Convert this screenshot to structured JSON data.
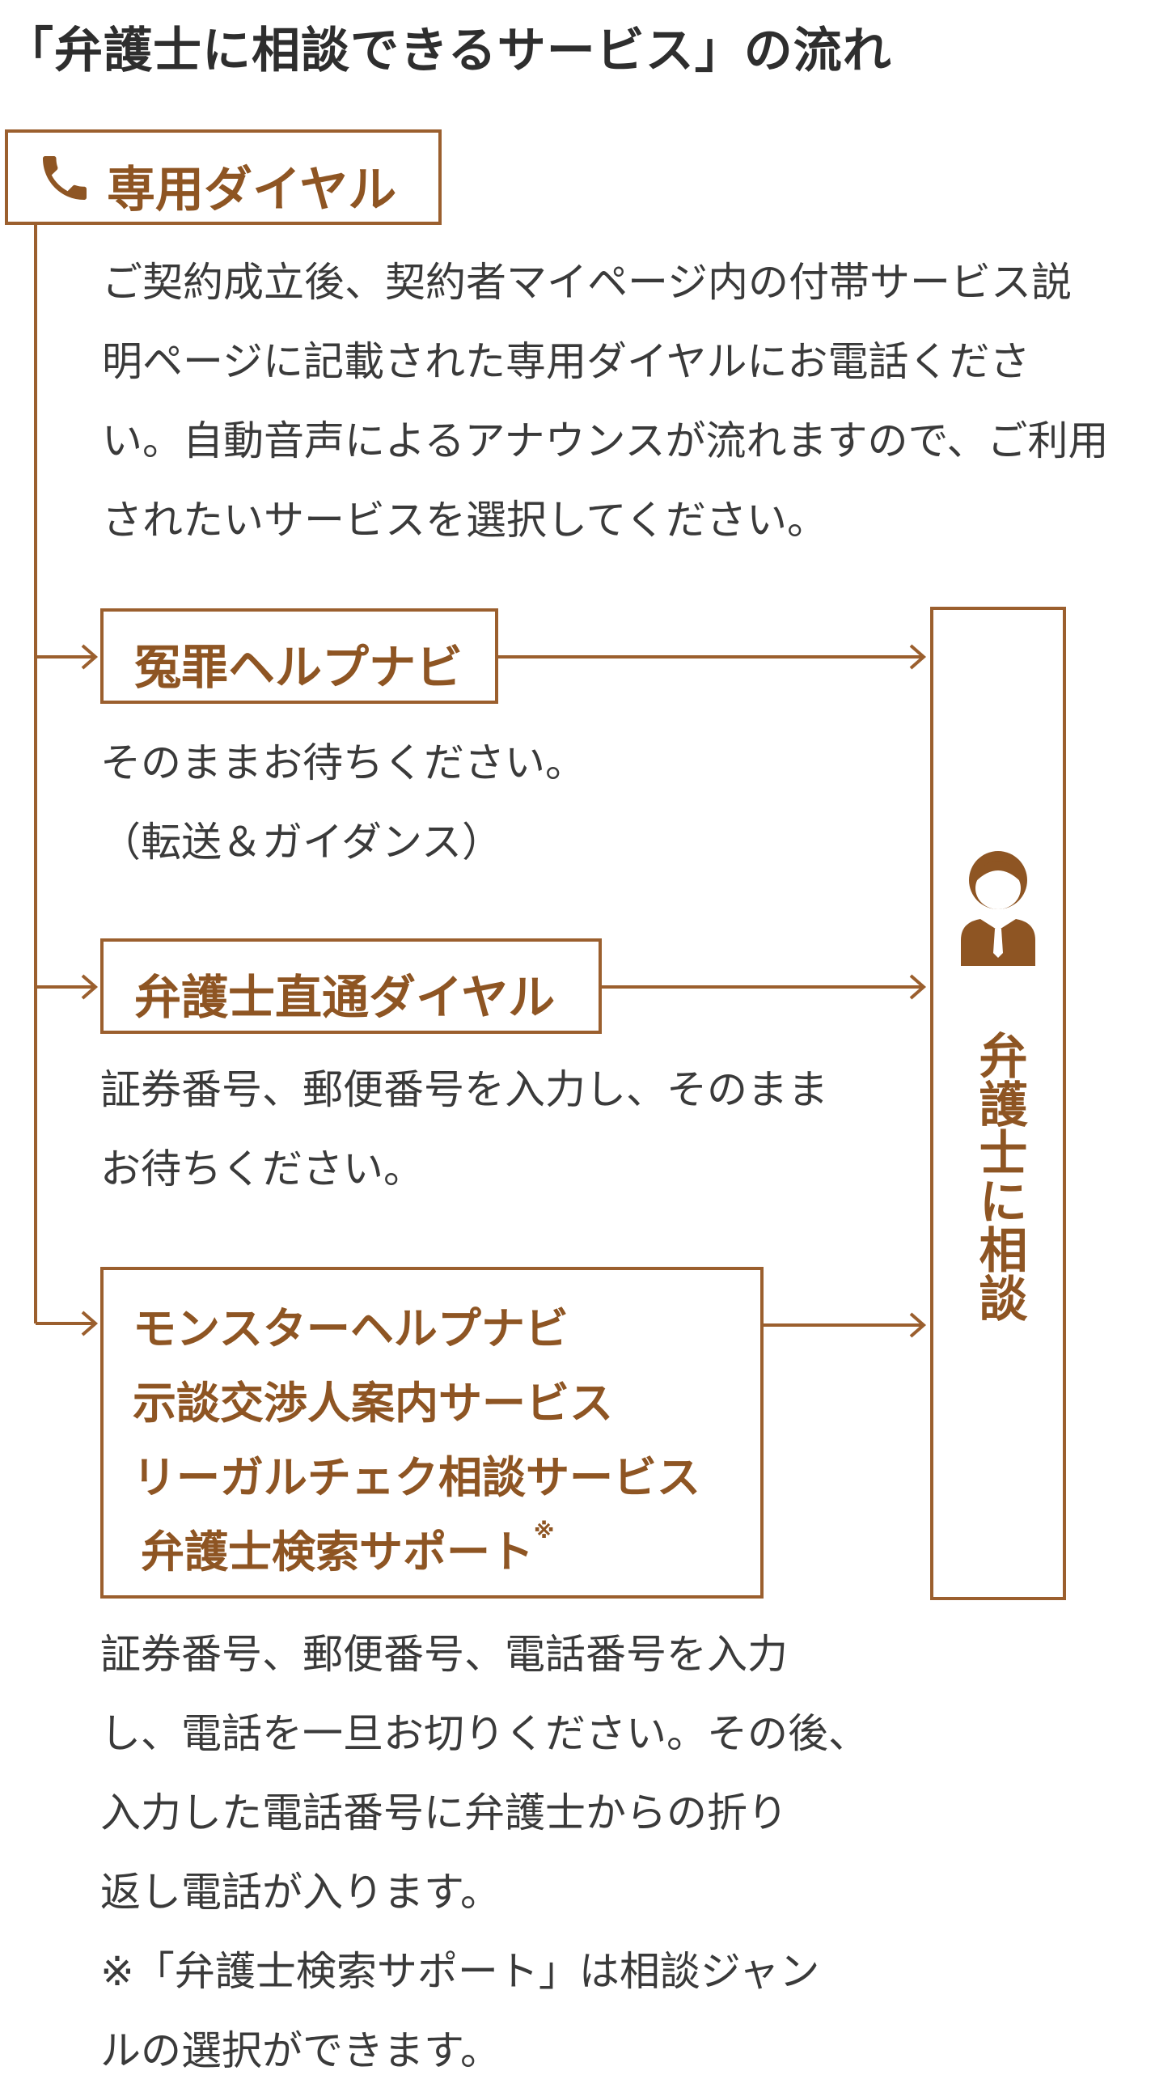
{
  "title": "「弁護士に相談できるサービス」の流れ",
  "colors": {
    "accent": "#9b5f2e",
    "text": "#3a3a3a"
  },
  "dial": {
    "icon": "phone-icon",
    "label": "専用ダイヤル",
    "description": "ご契約成立後、契約者マイページ内の付帯サービス説\n明ページに記載された専用ダイヤルにお電話くださ\nい。自動音声によるアナウンスが流れますので、ご利用\nされたいサービスを選択してください。"
  },
  "options": [
    {
      "label": "冤罪ヘルプナビ",
      "description": "そのままお待ちください。\n（転送＆ガイダンス）"
    },
    {
      "label": "弁護士直通ダイヤル",
      "description": "証券番号、郵便番号を入力し、そのまま\nお待ちください。"
    },
    {
      "labels": [
        "モンスターヘルプナビ",
        "示談交渉人案内サービス",
        "リーガルチェク相談サービス",
        "弁護士検索サポート"
      ],
      "note_mark": "※",
      "description": "証券番号、郵便番号、電話番号を入力\nし、電話を一旦お切りください。その後、\n入力した電話番号に弁護士からの折り\n返し電話が入ります。\n※「弁護士検索サポート」は相談ジャン\nルの選択ができます。"
    }
  ],
  "consult": {
    "icon": "lawyer-icon",
    "label": "弁護士に相談"
  }
}
